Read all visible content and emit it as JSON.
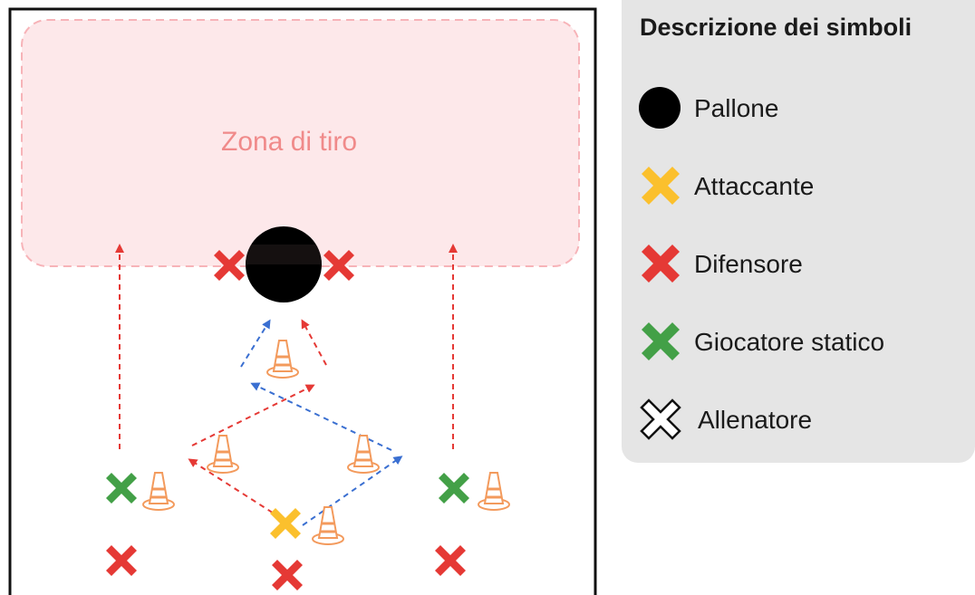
{
  "field": {
    "zone_label": "Zona di tiro"
  },
  "legend": {
    "title": "Descrizione dei simboli",
    "items": [
      {
        "label": "Pallone",
        "icon": "ball-icon",
        "color": "#000000"
      },
      {
        "label": "Attaccante",
        "icon": "x-marker-icon",
        "color": "#fbc02d"
      },
      {
        "label": "Difensore",
        "icon": "x-marker-icon",
        "color": "#e53935"
      },
      {
        "label": "Giocatore statico",
        "icon": "x-marker-icon",
        "color": "#43a047"
      },
      {
        "label": "Allenatore",
        "icon": "x-outline-icon",
        "color": "#ffffff"
      }
    ]
  },
  "colors": {
    "zone_fill": "#fde8ea",
    "zone_border": "#f7b3b8",
    "red_arrow": "#e53935",
    "blue_arrow": "#3a6fd1",
    "cone": "#f39a5c",
    "field_border": "#111111"
  }
}
